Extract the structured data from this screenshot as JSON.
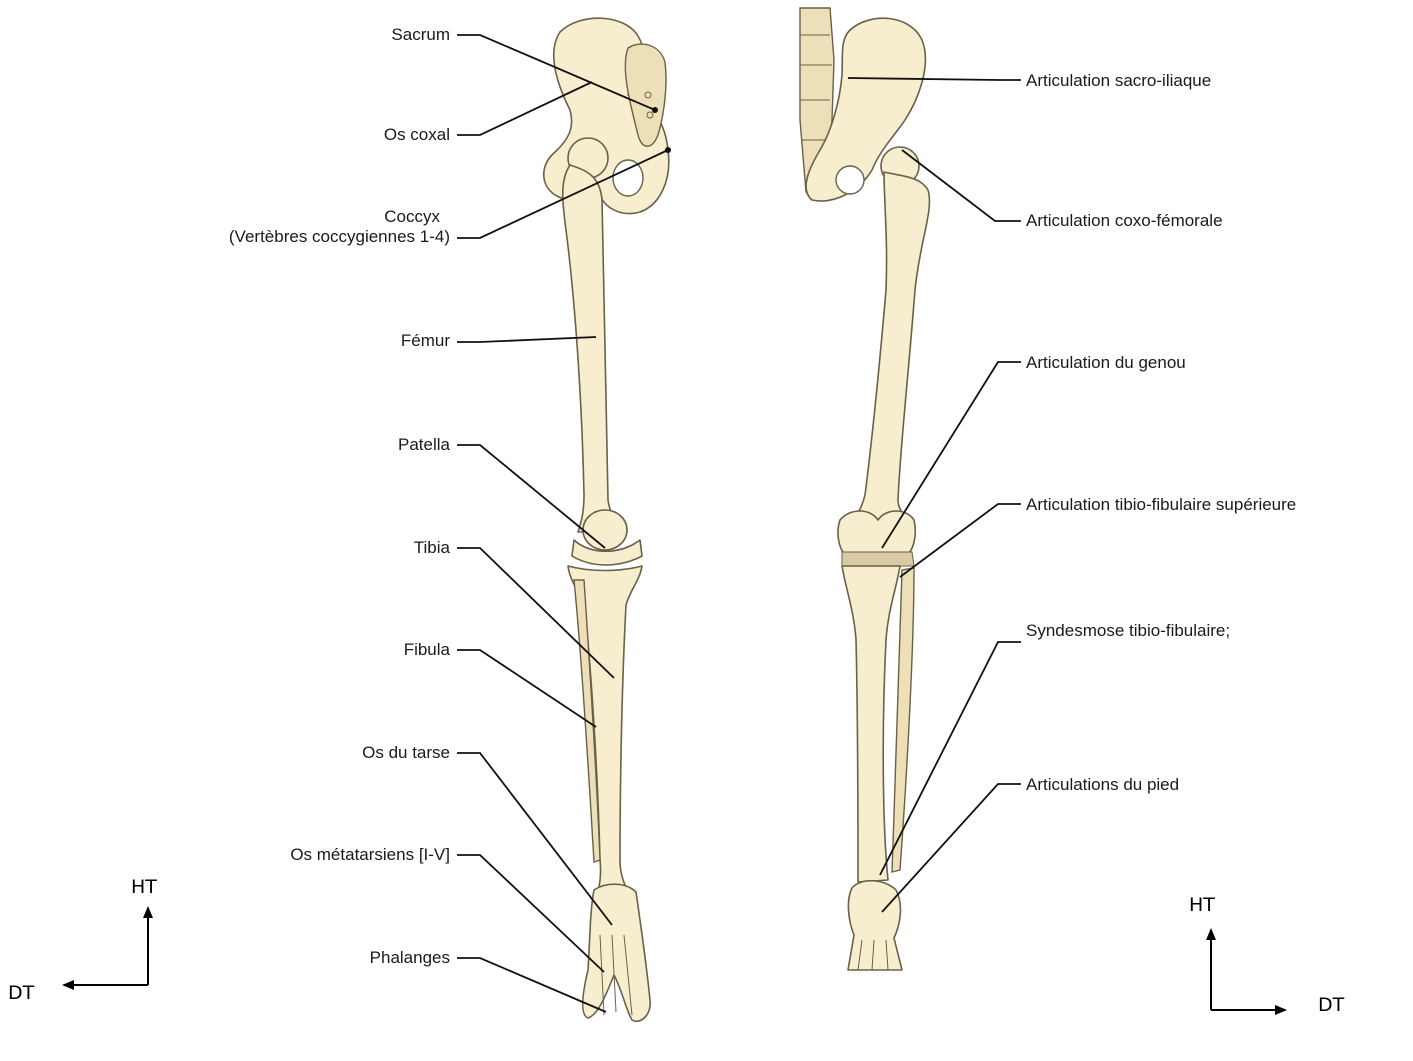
{
  "bones": {
    "sacrum": "Sacrum",
    "os_coxal": "Os coxal",
    "coccyx_line1": "Coccyx",
    "coccyx_line2": "(Vertèbres coccygiennes 1-4)",
    "femur": "Fémur",
    "patella": "Patella",
    "tibia": "Tibia",
    "fibula": "Fibula",
    "os_tarse": "Os du tarse",
    "os_metatarsiens": "Os métatarsiens [I-V]",
    "phalanges": "Phalanges"
  },
  "joints": {
    "sacro_iliaque": "Articulation sacro-iliaque",
    "coxo_femorale": "Articulation coxo-fémorale",
    "genou": "Articulation du genou",
    "tibio_fibulaire_sup": "Articulation tibio-fibulaire supérieure",
    "syndesmose": "Syndesmose tibio-fibulaire;",
    "pied": "Articulations du pied"
  },
  "axes_left": {
    "vertical": "HT",
    "horizontal": "DT"
  },
  "axes_right": {
    "vertical": "HT",
    "horizontal": "DT"
  }
}
